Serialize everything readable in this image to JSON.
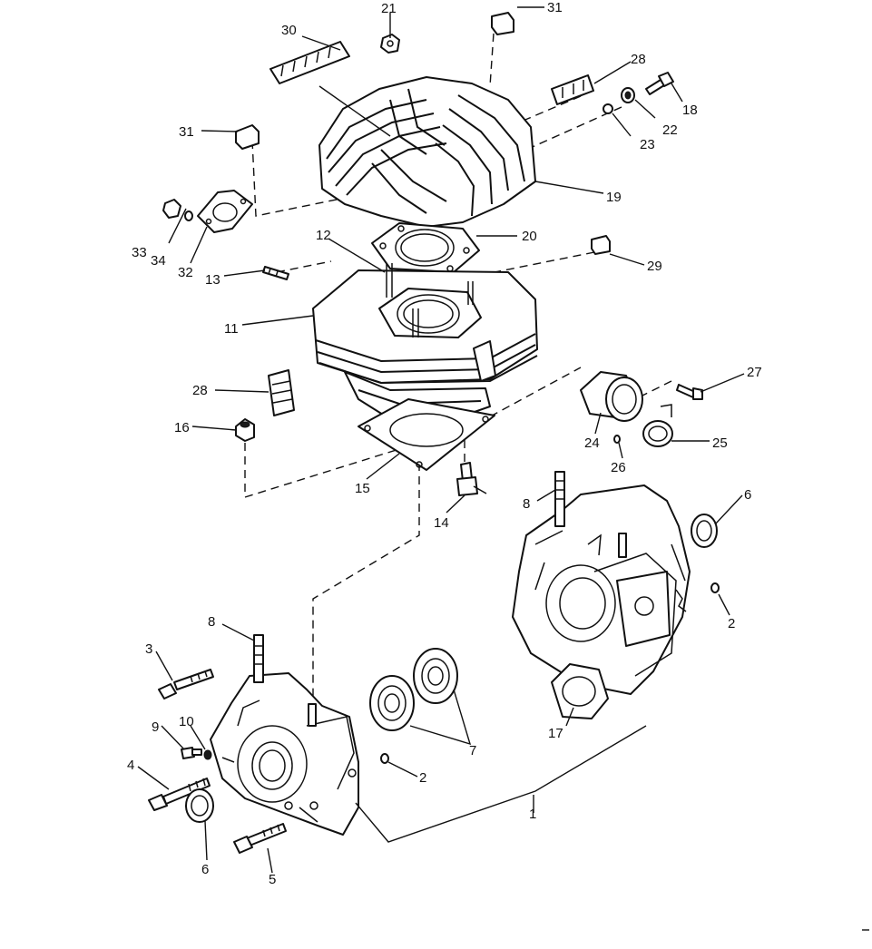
{
  "callouts": {
    "c1": "1",
    "c2a": "2",
    "c2b": "2",
    "c3": "3",
    "c4": "4",
    "c5": "5",
    "c6a": "6",
    "c6b": "6",
    "c7": "7",
    "c8a": "8",
    "c8b": "8",
    "c9": "9",
    "c10": "10",
    "c11": "11",
    "c12": "12",
    "c13": "13",
    "c14": "14",
    "c15": "15",
    "c16": "16",
    "c17": "17",
    "c18": "18",
    "c19": "19",
    "c20": "20",
    "c21": "21",
    "c22": "22",
    "c23": "23",
    "c24": "24",
    "c25": "25",
    "c26": "26",
    "c27": "27",
    "c28a": "28",
    "c28b": "28",
    "c29": "29",
    "c30": "30",
    "c31a": "31",
    "c31b": "31",
    "c32": "32",
    "c33": "33",
    "c34": "34"
  }
}
